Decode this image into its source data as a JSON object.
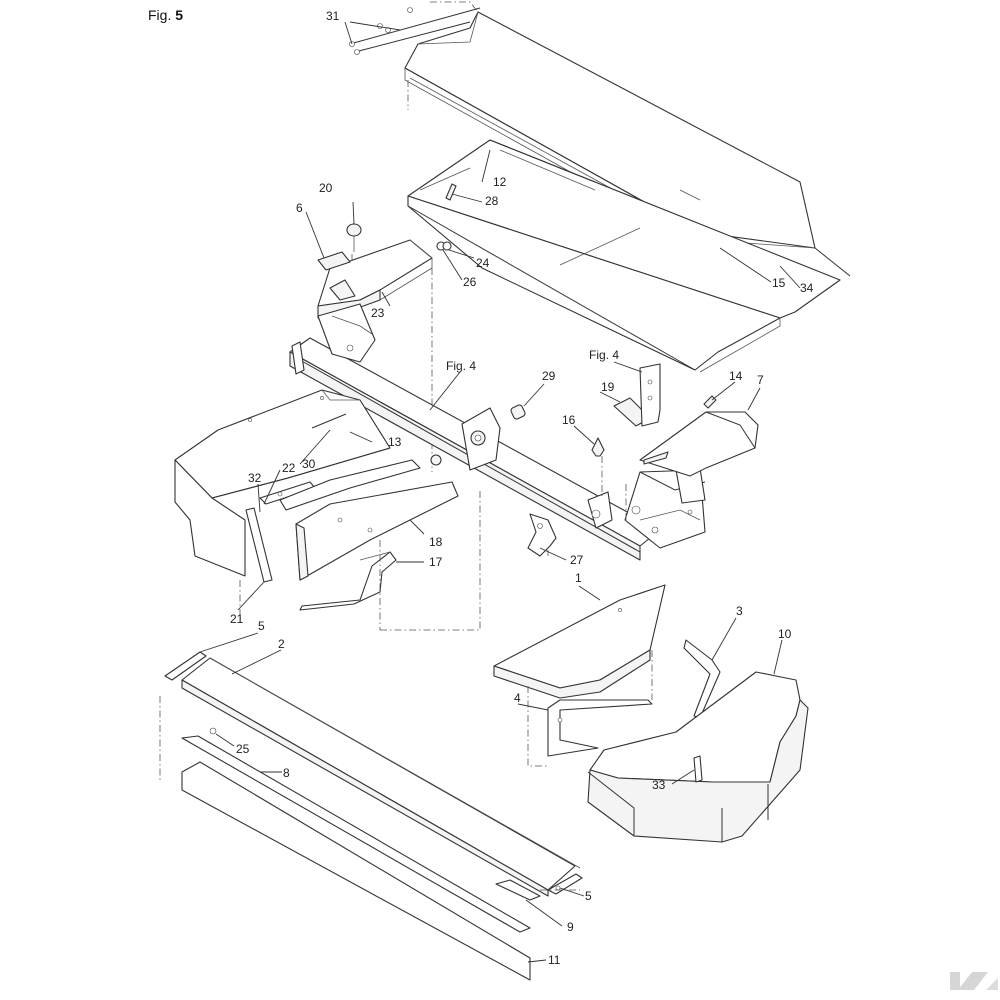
{
  "figure": {
    "title_prefix": "Fig.",
    "title_number": "5",
    "ref_top": "Fig. 4",
    "ref_right": "Fig. 4"
  },
  "callouts": {
    "p1": "1",
    "p2": "2",
    "p3": "3",
    "p4": "4",
    "p5a": "5",
    "p5b": "5",
    "p6": "6",
    "p7": "7",
    "p8": "8",
    "p9": "9",
    "p10": "10",
    "p11": "11",
    "p12": "12",
    "p13": "13",
    "p14": "14",
    "p15": "15",
    "p16": "16",
    "p17": "17",
    "p18": "18",
    "p19": "19",
    "p20": "20",
    "p21": "21",
    "p22": "22",
    "p23": "23",
    "p24": "24",
    "p25": "25",
    "p26": "26",
    "p27": "27",
    "p28": "28",
    "p29": "29",
    "p30": "30",
    "p31": "31",
    "p32": "32",
    "p33": "33",
    "p34": "34"
  },
  "logo": {
    "icon": "kramp-k-logo"
  }
}
